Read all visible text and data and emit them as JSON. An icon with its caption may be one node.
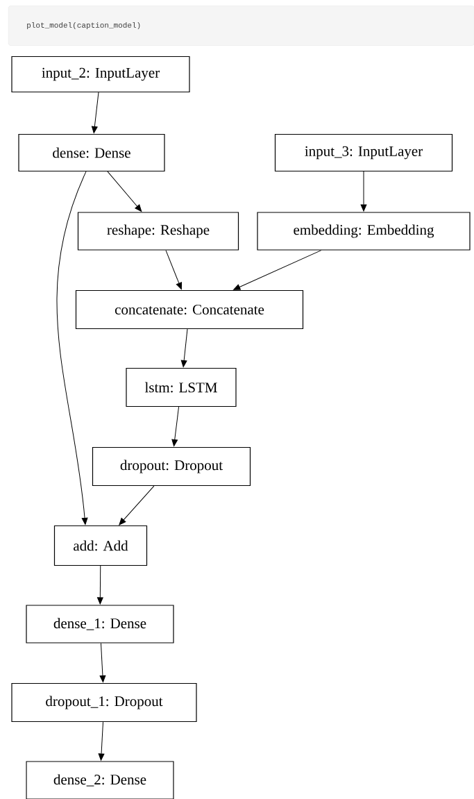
{
  "diagram": {
    "nodes": [
      {
        "text": [
          "input_2: InputLayer"
        ]
      },
      {
        "text": [
          "dense: Dense"
        ]
      },
      {
        "text": [
          "input_3: InputLayer"
        ]
      },
      {
        "text": [
          "reshape: Reshape"
        ]
      },
      {
        "text": [
          "embedding: Embedding"
        ]
      },
      {
        "text": [
          "concatenate: Concatenate"
        ]
      },
      {
        "text": [
          "lstm: LSTM"
        ]
      },
      {
        "text": [
          "dropout: Dropout"
        ]
      },
      {
        "text": [
          "add: Add"
        ]
      },
      {
        "text": [
          "dense_1: Dense"
        ]
      },
      {
        "text": [
          "dropout_1: Dropout"
        ]
      },
      {
        "text": [
          "dense_2: Dense"
        ]
      }
    ],
    "edges": [
      {
        "from": 0,
        "to": 1,
        "arrow": "to"
      },
      {
        "from": 1,
        "to": 3,
        "arrow": "to"
      },
      {
        "from": 1,
        "to": 8,
        "arrow": "to"
      },
      {
        "from": 2,
        "to": 4,
        "arrow": "to"
      },
      {
        "from": 3,
        "to": 5,
        "arrow": "to"
      },
      {
        "from": 4,
        "to": 5,
        "arrow": "to"
      },
      {
        "from": 5,
        "to": 6,
        "arrow": "to"
      },
      {
        "from": 6,
        "to": 7,
        "arrow": "to"
      },
      {
        "from": 7,
        "to": 8,
        "arrow": "to"
      },
      {
        "from": 8,
        "to": 9,
        "arrow": "to"
      },
      {
        "from": 9,
        "to": 10,
        "arrow": "to"
      },
      {
        "from": 10,
        "to": 11,
        "arrow": "to"
      }
    ],
    "labels": [
      "plot_model(caption_model)"
    ]
  }
}
